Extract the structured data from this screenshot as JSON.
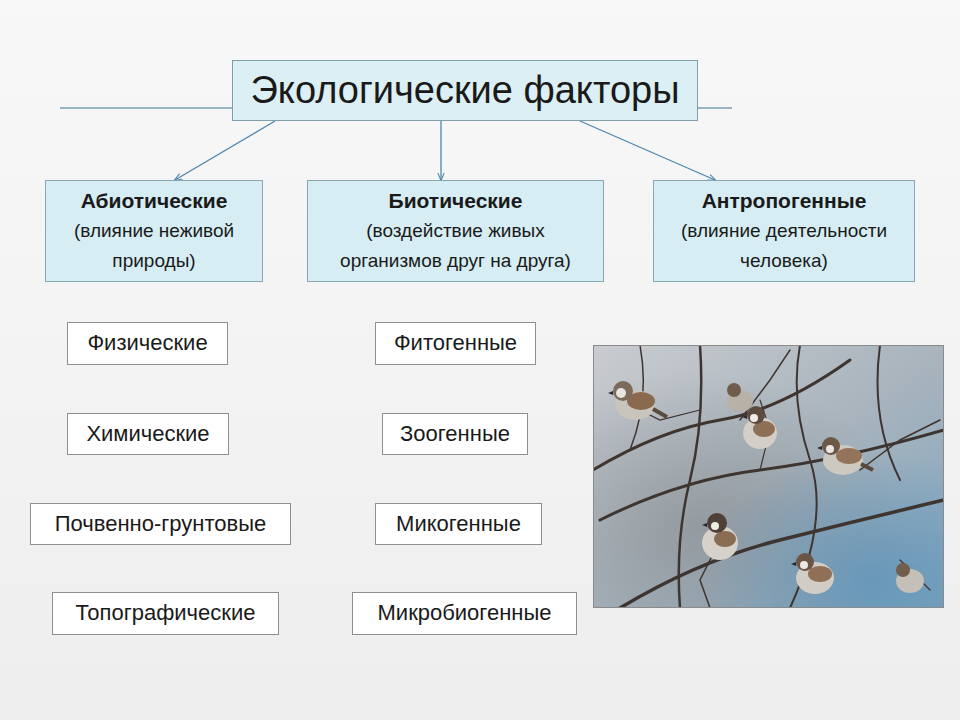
{
  "diagram": {
    "nodes": [
      {
        "text": [
          "Экологические факторы"
        ]
      },
      {
        "text": [
          "Абиотические",
          "(влияние неживой природы)"
        ]
      },
      {
        "text": [
          "Биотические",
          "(воздействие живых организмов друг на друга)"
        ]
      },
      {
        "text": [
          "Антропогенные",
          "(влияние деятельности человека)"
        ]
      },
      {
        "text": [
          "Физические"
        ]
      },
      {
        "text": [
          "Химические"
        ]
      },
      {
        "text": [
          "Почвенно-грунтовые"
        ]
      },
      {
        "text": [
          "Топографические"
        ]
      },
      {
        "text": [
          "Фитогенные"
        ]
      },
      {
        "text": [
          "Зоогенные"
        ]
      },
      {
        "text": [
          "Микогенные"
        ]
      },
      {
        "text": [
          "Микробиогенные"
        ]
      }
    ],
    "edges": [
      {
        "from": 0,
        "to": 1,
        "arrow": "to"
      },
      {
        "from": 0,
        "to": 2,
        "arrow": "to"
      },
      {
        "from": 0,
        "to": 3,
        "arrow": "to"
      }
    ]
  }
}
